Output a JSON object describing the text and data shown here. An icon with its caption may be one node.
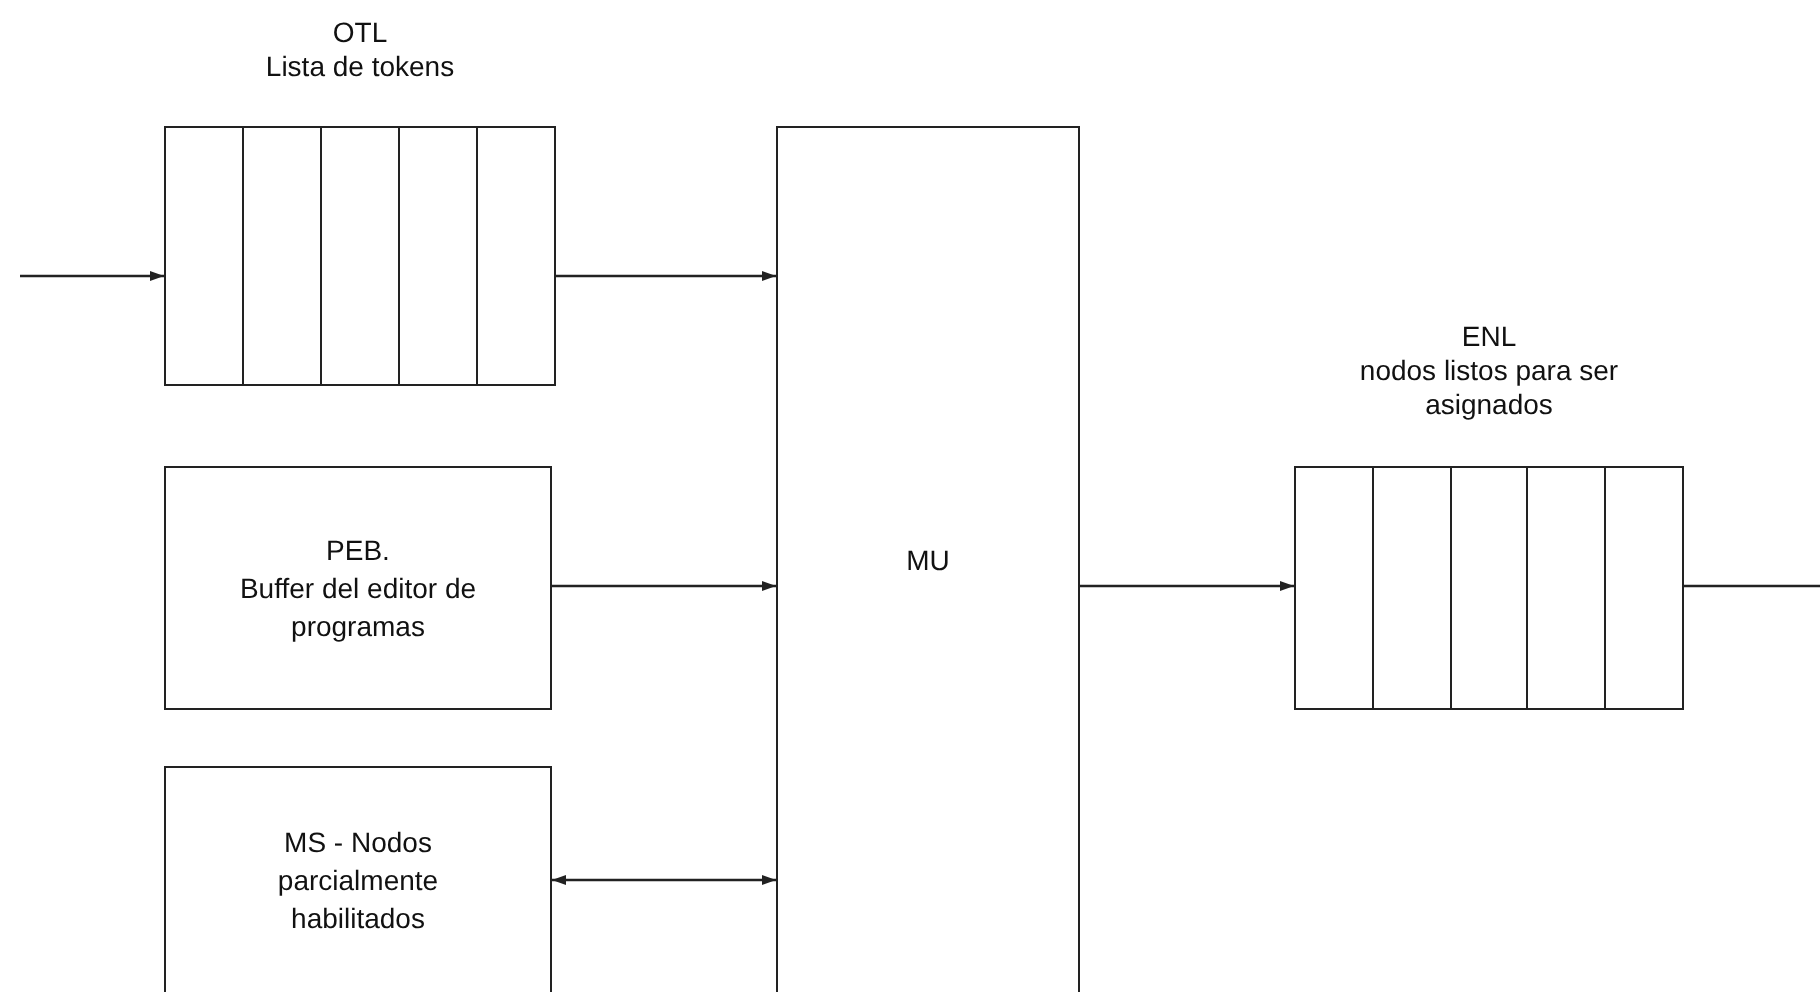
{
  "diagram": {
    "nodes": [
      {
        "text": [
          "OTL",
          "Lista de tokens"
        ]
      },
      {
        "text": [
          "PEB.",
          "Buffer del editor de programas"
        ]
      },
      {
        "text": [
          "MS - Nodos parcialmente habilitados"
        ]
      },
      {
        "text": [
          "MU"
        ]
      },
      {
        "text": [
          "ENL",
          "nodos listos para ser asignados"
        ]
      }
    ],
    "edges": [
      {
        "from": null,
        "to": 0,
        "arrow": "to"
      },
      {
        "from": 0,
        "to": 3,
        "arrow": "to"
      },
      {
        "from": 1,
        "to": 3,
        "arrow": "to"
      },
      {
        "from": 2,
        "to": 3,
        "arrow": "both"
      },
      {
        "from": 3,
        "to": 4,
        "arrow": "to"
      },
      {
        "from": 4,
        "to": null,
        "arrow": "none"
      }
    ]
  }
}
